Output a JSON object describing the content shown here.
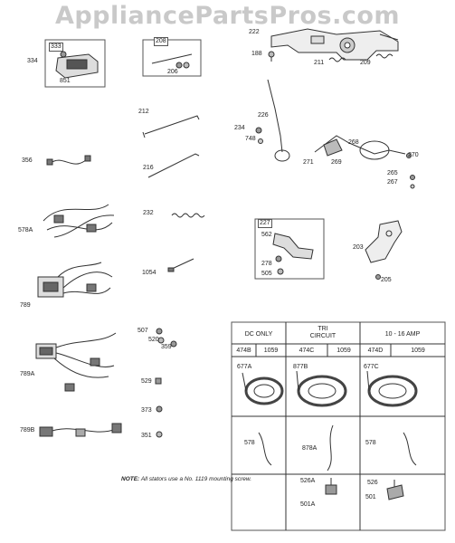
{
  "watermark": "AppliancePartsPros.com",
  "parts": {
    "p222": "222",
    "p188": "188",
    "p211": "211",
    "p209": "209",
    "p334": "334",
    "p333": "333",
    "p851": "851",
    "p208": "208",
    "p206": "206",
    "p212": "212",
    "p226": "226",
    "p234": "234",
    "p748": "748",
    "p268": "268",
    "p271": "271",
    "p269": "269",
    "p270": "270",
    "p265": "265",
    "p267": "267",
    "p356": "356",
    "p216": "216",
    "p578A": "578A",
    "p232": "232",
    "p227": "227",
    "p562": "562",
    "p278": "278",
    "p505": "505",
    "p203": "203",
    "p205": "205",
    "p789": "789",
    "p1054": "1054",
    "p507": "507",
    "p520": "520",
    "p359": "359",
    "p789A": "789A",
    "p529": "529",
    "p373": "373",
    "p789B": "789B",
    "p351": "351"
  },
  "stator_table": {
    "headers": [
      "DC ONLY",
      "TRI CIRCUIT",
      "10 - 16 AMP"
    ],
    "sub": [
      "474B",
      "1059",
      "474C",
      "1059",
      "474D",
      "1059"
    ],
    "row1": [
      "677A",
      "877B",
      "677C"
    ],
    "row2": [
      "578",
      "878A",
      "578"
    ],
    "note_prefix": "NOTE:",
    "note": "All stators use a No. 1119 mounting screw.",
    "row3_labels": [
      "526A",
      "501A",
      "526",
      "501"
    ]
  }
}
